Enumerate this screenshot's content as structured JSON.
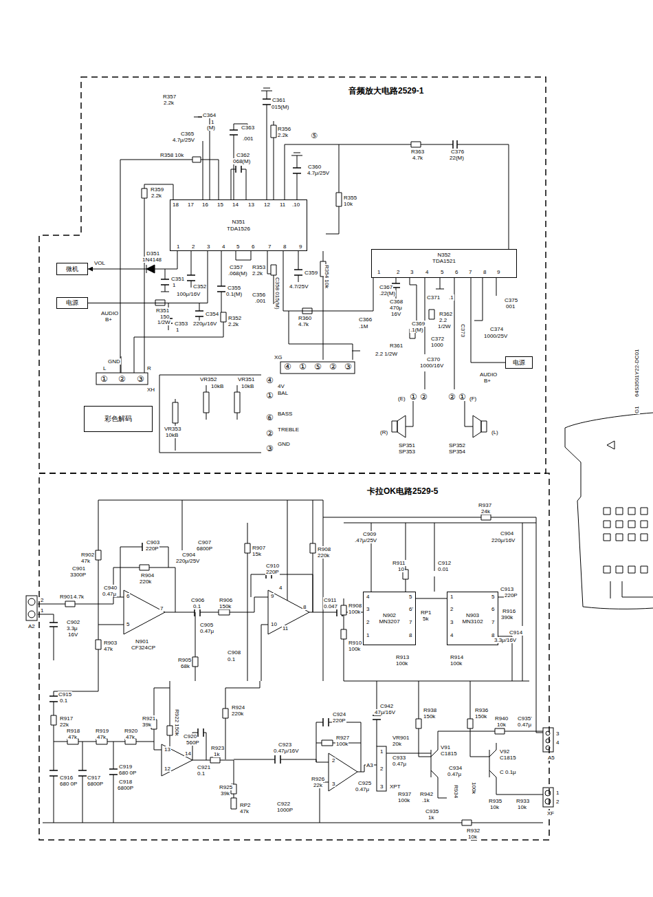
{
  "diagram": {
    "nodes": [
      {
        "text": [
          "音频放大电路2529-1"
        ]
      },
      {
        "text": [
          "N351",
          "TDA1526"
        ],
        "in": 0
      },
      {
        "text": [
          "微机"
        ],
        "in": 0
      },
      {
        "text": [
          "电源"
        ],
        "in": 0
      },
      {
        "text": [
          "N352",
          "TDA1521"
        ],
        "in": 0
      },
      {
        "text": [
          "电源"
        ],
        "in": 0
      },
      {
        "text": [
          "彩色解码"
        ],
        "in": 0
      },
      {
        "text": [
          "卡拉OK电路2529-5"
        ]
      },
      {
        "text": [
          "N902",
          "MN3207"
        ],
        "in": 7
      },
      {
        "text": [
          "N903",
          "MN3102"
        ],
        "in": 7
      }
    ],
    "edges": [
      {
        "from": 1,
        "to": 2,
        "arrow": "to"
      },
      {
        "from": 3,
        "to": 1,
        "arrow": "none"
      },
      {
        "from": 1,
        "to": 4,
        "arrow": "none"
      },
      {
        "from": 4,
        "to": 5,
        "arrow": "none"
      },
      {
        "from": 8,
        "to": 9,
        "arrow": "none"
      }
    ],
    "labels": [
      "R357",
      "2.2k",
      "C361",
      "015(M)",
      "C364",
      "1",
      "(M)",
      "C365",
      "4.7μ/25V",
      "C363",
      ".001",
      "R356",
      "2.2k",
      "⑤",
      "R363",
      "4.7k",
      "C376",
      "22(M)",
      "C362",
      "068(M)",
      "R358 10k",
      "C360",
      "4.7μ/25V",
      "R359",
      "2.2k",
      "R355",
      "10k",
      "18",
      "17",
      "16",
      "15",
      "14",
      "13",
      "12",
      "11",
      ".10",
      "1",
      "2",
      "3",
      "4",
      "5",
      "6",
      "7",
      "8",
      "9",
      "D351",
      "1N4148",
      "VOL",
      "C351",
      "1",
      "C352",
      "100μ/16V",
      "C357",
      ".068(M)",
      "R353",
      "2.2k",
      "C359",
      "4.7/25V",
      "R354 10k",
      "C358 015(M)",
      "C355",
      "0.1(M)",
      "C356",
      ".001",
      "R351",
      "150",
      "1/2W",
      "AUDIO",
      "B+",
      "C353",
      "1",
      "C354",
      "220μ/16V",
      "R352",
      "2.2k",
      "R360",
      "4.7k",
      "C367",
      ".22(M)",
      "C368",
      "470μ",
      "16V",
      "C371",
      ".1",
      "R362",
      "2.2",
      "1/2W",
      "C369",
      ".1(M)",
      "C366",
      ".1M",
      "C372",
      "1000",
      "C373",
      "C374",
      "1000/25V",
      "C375",
      "001",
      "R361",
      "2.2 1/2W",
      "C370",
      "1000/16V",
      "1",
      "2",
      "3",
      "4",
      "5",
      "6",
      "7",
      "8",
      "9",
      "AUDIO",
      "B+",
      "GND",
      "L",
      "R",
      "①",
      "②",
      "③",
      "XH",
      "XG",
      "④",
      "①",
      "⑤",
      "②",
      "③",
      "VR352",
      "VR351",
      "10kB",
      "10kB",
      "④",
      "4V",
      "①",
      "BAL",
      "BASS",
      "⑥",
      "TREBLE",
      "②",
      "GND",
      "③",
      "VR353",
      "10kB",
      "(E)",
      "①",
      "②",
      "②",
      "①",
      "(F)",
      "(R)",
      "(L)",
      "SP351",
      "SP353",
      "SP352",
      "SP354",
      "R937",
      "24k",
      "C909",
      ".47μ/25V",
      "C904",
      "220μ/16V",
      "C903",
      "220P",
      "C907",
      "6800P",
      "C904",
      "220μ/25V",
      "R907",
      "15k",
      "R908",
      "220k",
      "R902",
      "47k",
      "C901",
      "3300P",
      "R904",
      "220k",
      "C910",
      "220P",
      "R911",
      "10",
      "C912",
      "0.01",
      "C913",
      "220P",
      "R901",
      "4.7k",
      "C940",
      "0.47μ",
      "6",
      "5",
      "7",
      "9",
      "10",
      "4",
      "8",
      "11",
      "C906",
      "0.1",
      "R906",
      "150k",
      "R908",
      "100k",
      "C911",
      "0.047",
      "N901",
      "CF324CP",
      "C905",
      "0.47μ",
      "C902",
      "3.3μ",
      "16V",
      "R903",
      "47k",
      "2",
      "1",
      "A2",
      "4",
      "5",
      "3",
      "6'",
      "2",
      "7",
      "1",
      "8",
      "1",
      "2",
      "3",
      "4",
      "5",
      "6",
      "7",
      "8",
      "R916",
      "390k",
      "RP1",
      "5k",
      "R910",
      "100k",
      "R913",
      "100k",
      "R914",
      "100k",
      "C914",
      "3.3μ/16V",
      "R905",
      "68k",
      "C908",
      "0.1",
      "C915",
      "0.1",
      "R917",
      "22k",
      "R918",
      "47k",
      "R919",
      "47k",
      "R920",
      "47k",
      "R921",
      "39k",
      "R922 150k",
      "R924",
      "220k",
      "C924",
      "220P",
      "C942",
      "47μ/16V",
      "R938",
      "150k",
      "R936",
      "150k",
      "C920",
      "560P",
      "R923",
      "1k",
      "R927",
      "100k",
      "V91",
      "C1815",
      "R940",
      "10k",
      "C935'",
      "0.47μ",
      "C923",
      "0.47μ/16V",
      "13",
      "12",
      "14",
      "C921",
      "0.1",
      "VR901",
      "20k",
      "C933",
      "0.47μ",
      "C934",
      "0.47μ",
      "V92",
      "C1815",
      "R925",
      "39k",
      "R926",
      "22k",
      "2",
      "3",
      "C925",
      "0.47μ",
      "A3",
      "1",
      "2",
      "3",
      "XPT",
      "C 0.1μ",
      "RP2",
      "47k",
      "C922",
      "1000P",
      "C916",
      "680 0P",
      "C917",
      "6800P",
      "C919",
      "680 0P",
      "C918",
      "6800P",
      "R937",
      "100k",
      "R942",
      ".1k",
      "R934",
      "100k",
      "R935",
      "10k",
      "R933",
      "10k",
      "C935",
      "1k",
      "R932",
      "10k",
      "3",
      "4",
      "A5",
      "1",
      "2",
      "XF",
      "G1",
      "64S3501Y22-DC01"
    ]
  }
}
